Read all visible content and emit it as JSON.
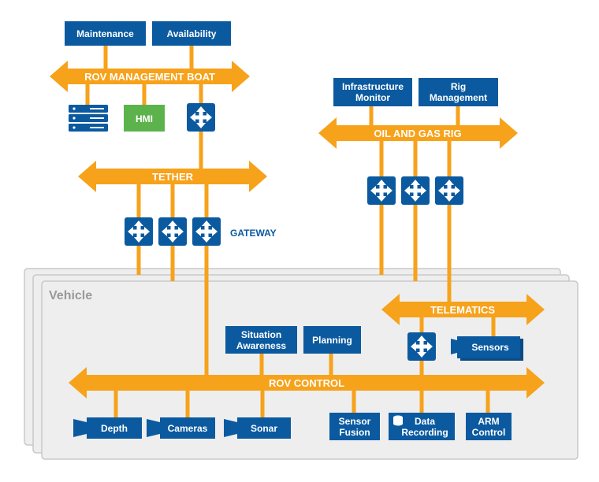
{
  "colors": {
    "blue": "#0b5aa0",
    "orange": "#f7a21b",
    "green": "#5db34b",
    "vehicle_panel": "#eeeeee",
    "vehicle_border": "#c8c8c8",
    "vehicle_label": "#999999"
  },
  "vehicle": {
    "label": "Vehicle"
  },
  "buses": {
    "rov_management_boat": "ROV MANAGEMENT BOAT",
    "tether": "TETHER",
    "oil_and_gas_rig": "OIL AND GAS RIG",
    "telematics": "TELEMATICS",
    "rov_control": "ROV CONTROL"
  },
  "gateway_label": "GATEWAY",
  "boxes": {
    "maintenance": [
      "Maintenance"
    ],
    "availability": [
      "Availability"
    ],
    "hmi": [
      "HMI"
    ],
    "infrastructure_monitor": [
      "Infrastructure",
      "Monitor"
    ],
    "rig_management": [
      "Rig",
      "Management"
    ],
    "situation_awareness": [
      "Situation",
      "Awareness"
    ],
    "planning": [
      "Planning"
    ],
    "sensors": [
      "Sensors"
    ],
    "depth": [
      "Depth"
    ],
    "cameras": [
      "Cameras"
    ],
    "sonar": [
      "Sonar"
    ],
    "sensor_fusion": [
      "Sensor",
      "Fusion"
    ],
    "data_recording": [
      "Data",
      "Recording"
    ],
    "arm_control": [
      "ARM",
      "Control"
    ]
  },
  "icons": {
    "server": "server-stack-icon",
    "switch": "network-switch-icon",
    "camera": "camera-icon",
    "database": "database-icon"
  }
}
